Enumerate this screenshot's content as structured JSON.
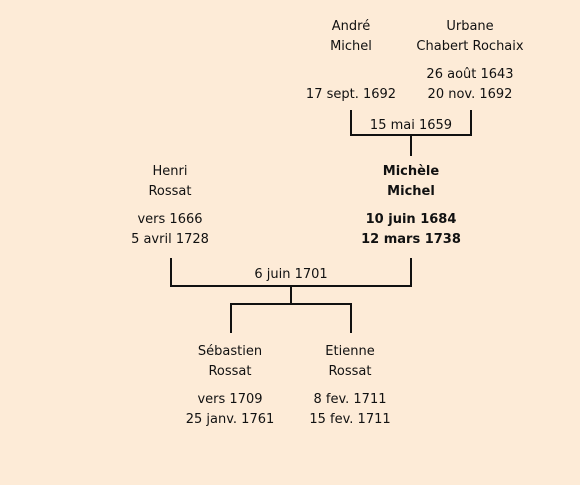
{
  "persons": {
    "andre": {
      "first": "André",
      "last": "Michel",
      "birth": "",
      "death": "17 sept. 1692"
    },
    "urbane": {
      "first": "Urbane",
      "last": "Chabert Rochaix",
      "birth": "26 août 1643",
      "death": "20 nov. 1692"
    },
    "henri": {
      "first": "Henri",
      "last": "Rossat",
      "birth": "vers 1666",
      "death": "5 avril 1728"
    },
    "michele": {
      "first": "Michèle",
      "last": "Michel",
      "birth": "10 juin 1684",
      "death": "12 mars 1738"
    },
    "sebastien": {
      "first": "Sébastien",
      "last": "Rossat",
      "birth": "vers 1709",
      "death": "25 janv. 1761"
    },
    "etienne": {
      "first": "Etienne",
      "last": "Rossat",
      "birth": "8 fev. 1711",
      "death": "15 fev. 1711"
    }
  },
  "marriages": {
    "andre_urbane": "15 mai 1659",
    "henri_michele": "6 juin 1701"
  }
}
